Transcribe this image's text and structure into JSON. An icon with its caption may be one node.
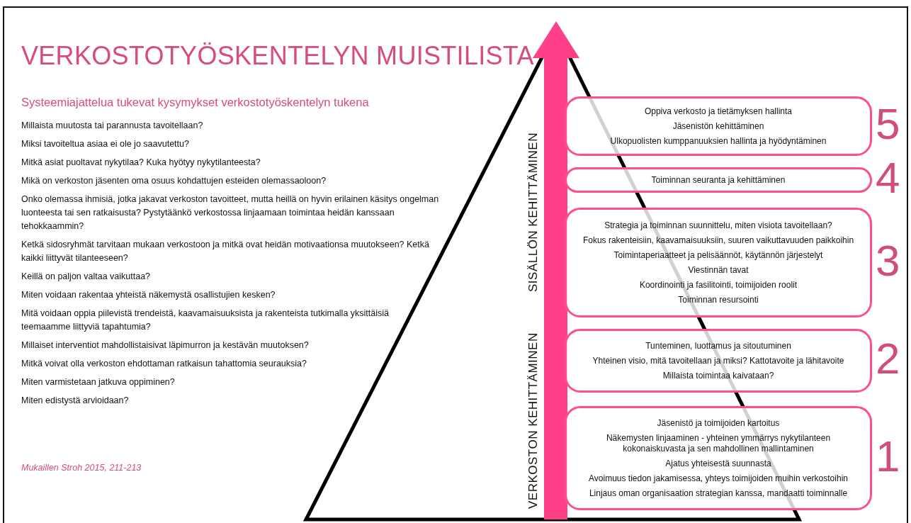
{
  "diagram": {
    "title": "VERKOSTOTYÖSKENTELYN MUISTILISTA",
    "caption": "Mukaillen Stroh 2015, 211-213",
    "nodes": [
      {
        "text": [
          "Oppiva verkosto ja tietämyksen hallinta",
          "Jäsenistön kehittäminen",
          "Ulkopuolisten kumppanuuksien hallinta ja hyödyntäminen"
        ],
        "beside": [
          "5"
        ]
      },
      {
        "text": [
          "Toiminnan seuranta ja kehittäminen"
        ],
        "beside": [
          "4"
        ]
      },
      {
        "text": [
          "Strategia ja toiminnan suunnittelu, miten visiota tavoitellaan?",
          "Fokus rakenteisiin, kaavamaisuuksiin, suuren vaikuttavuuden paikkoihin",
          "Toimintaperiaatteet ja pelisäännöt, käytännön järjestelyt",
          "Viestinnän tavat",
          "Koordinointi ja fasilitointi, toimijoiden roolit",
          "Toiminnan resursointi"
        ],
        "beside": [
          "3"
        ]
      },
      {
        "text": [
          "Tunteminen, luottamus ja sitoutuminen",
          "Yhteinen visio, mitä tavoitellaan ja miksi? Kattotavoite ja lähitavoite",
          "Millaista toimintaa kaivataan?"
        ],
        "beside": [
          "2"
        ]
      },
      {
        "text": [
          "Jäsenistö ja toimijoiden kartoitus",
          "Näkemysten linjaaminen - yhteinen ymmärrys nykytilanteen kokonaiskuvasta ja sen mahdollinen mallintaminen",
          "Ajatus yhteisestä suunnasta",
          "Avoimuus tiedon jakamisessa, yhteys toimijoiden muihin verkostoihin",
          "Linjaus oman organisaation strategian kanssa, mandaatti toiminnalle"
        ],
        "beside": [
          "1"
        ]
      }
    ],
    "labels": [
      "Systeemiajattelua tukevat kysymykset verkostotyöskentelyn tukena",
      "Millaista muutosta tai parannusta tavoitellaan?",
      "Miksi tavoiteltua asiaa ei ole jo saavutettu?",
      "Mitkä asiat puoltavat nykytilaa? Kuka hyötyy nykytilanteesta?",
      "Mikä on verkoston jäsenten oma osuus kohdattujen esteiden olemassaoloon?",
      "Onko olemassa ihmisiä, jotka jakavat verkoston tavoitteet, mutta heillä on hyvin erilainen käsitys ongelman luonteesta tai sen ratkaisusta? Pystytäänkö verkostossa linjaamaan toimintaa heidän kanssaan tehokkaammin?",
      "Ketkä sidosryhmät tarvitaan mukaan verkostoon ja mitkä ovat heidän motivaationsa muutokseen? Ketkä kaikki liittyvät tilanteeseen?",
      "Keillä on paljon valtaa vaikuttaa?",
      "Miten voidaan rakentaa yhteistä näkemystä osallistujien kesken?",
      "Mitä voidaan oppia piilevistä trendeistä, kaavamaisuuksista ja rakenteista tutkimalla yksittäisiä teemaamme liittyviä tapahtumia?",
      "Millaiset interventiot mahdollistaisivat läpimurron ja kestävän muutoksen?",
      "Mitkä voivat olla verkoston ehdottaman ratkaisun tahattomia seurauksia?",
      "Miten varmistetaan jatkuva oppiminen?",
      "Miten edistystä arvioidaan?",
      "SISÄLLÖN KEHITTÄMINEN",
      "VERKOSTON KEHITTÄMINEN"
    ]
  }
}
